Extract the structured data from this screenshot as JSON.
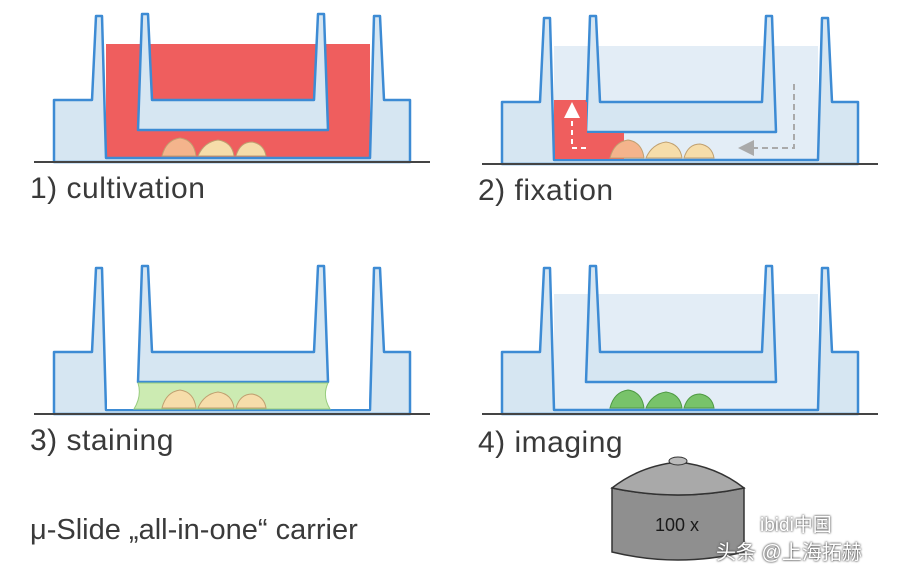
{
  "steps": [
    {
      "label": "1) cultivation",
      "medium": "red"
    },
    {
      "label": "2) fixation",
      "medium": "red-outflow"
    },
    {
      "label": "3) staining",
      "medium": "green"
    },
    {
      "label": "4) imaging",
      "medium": "blue"
    }
  ],
  "caption": "μ-Slide „all-in-one“ carrier",
  "objective": {
    "magnification": "100 x"
  },
  "watermark": {
    "brand": "ibidi中国",
    "credit": "头条 @上海拓赫"
  },
  "colors": {
    "slide_fill": "#d6e6f2",
    "slide_stroke": "#3d8bd4",
    "medium_red": "#ef5e5e",
    "medium_green": "#ccebb2",
    "medium_blue": "#e3edf6",
    "cell_yellow": "#f6ddaa",
    "cell_orange": "#f4b48c",
    "cell_green": "#78c36a",
    "objective_gray": "#8f8f8f",
    "ground": "#444444"
  }
}
